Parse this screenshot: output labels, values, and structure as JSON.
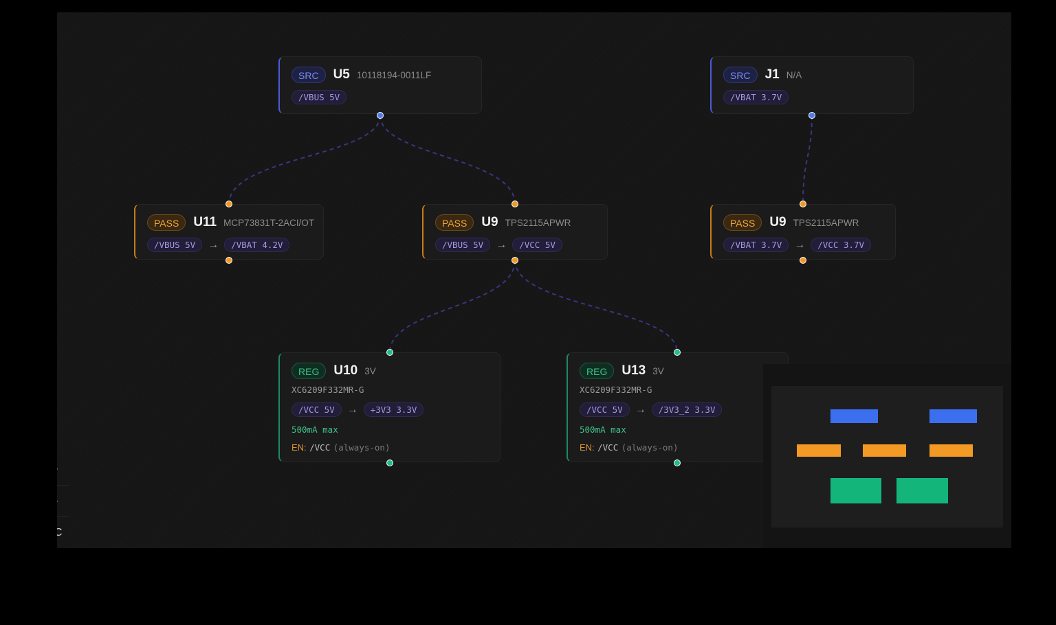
{
  "nodes": {
    "u5": {
      "badge": "SRC",
      "ref": "U5",
      "part": "10118194-0011LF",
      "out": "/VBUS 5V"
    },
    "j1": {
      "badge": "SRC",
      "ref": "J1",
      "part": "N/A",
      "out": "/VBAT 3.7V"
    },
    "u11": {
      "badge": "PASS",
      "ref": "U11",
      "part": "MCP73831T-2ACI/OT",
      "in": "/VBUS 5V",
      "out": "/VBAT 4.2V"
    },
    "u9a": {
      "badge": "PASS",
      "ref": "U9",
      "part": "TPS2115APWR",
      "in": "/VBUS 5V",
      "out": "/VCC 5V"
    },
    "u9b": {
      "badge": "PASS",
      "ref": "U9",
      "part": "TPS2115APWR",
      "in": "/VBAT 3.7V",
      "out": "/VCC 3.7V"
    },
    "u10": {
      "badge": "REG",
      "ref": "U10",
      "voltage": "3V",
      "part": "XC6209F332MR-G",
      "in": "/VCC 5V",
      "out": "+3V3 3.3V",
      "max": "500mA max",
      "en_label": "EN:",
      "en_net": "/VCC",
      "en_note": "(always-on)"
    },
    "u13": {
      "badge": "REG",
      "ref": "U13",
      "voltage": "3V",
      "part": "XC6209F332MR-G",
      "in": "/VCC 5V",
      "out": "/3V3_2 3.3V",
      "max": "500mA max",
      "en_label": "EN:",
      "en_net": "/VCC",
      "en_note": "(always-on)"
    }
  },
  "arrow": "→",
  "controls": [
    "-",
    "-",
    "C"
  ],
  "colors": {
    "src": "#4f7cf0",
    "pass": "#f29a24",
    "reg": "#1fbf87",
    "edge": "#3a3580",
    "background": "#151515"
  }
}
